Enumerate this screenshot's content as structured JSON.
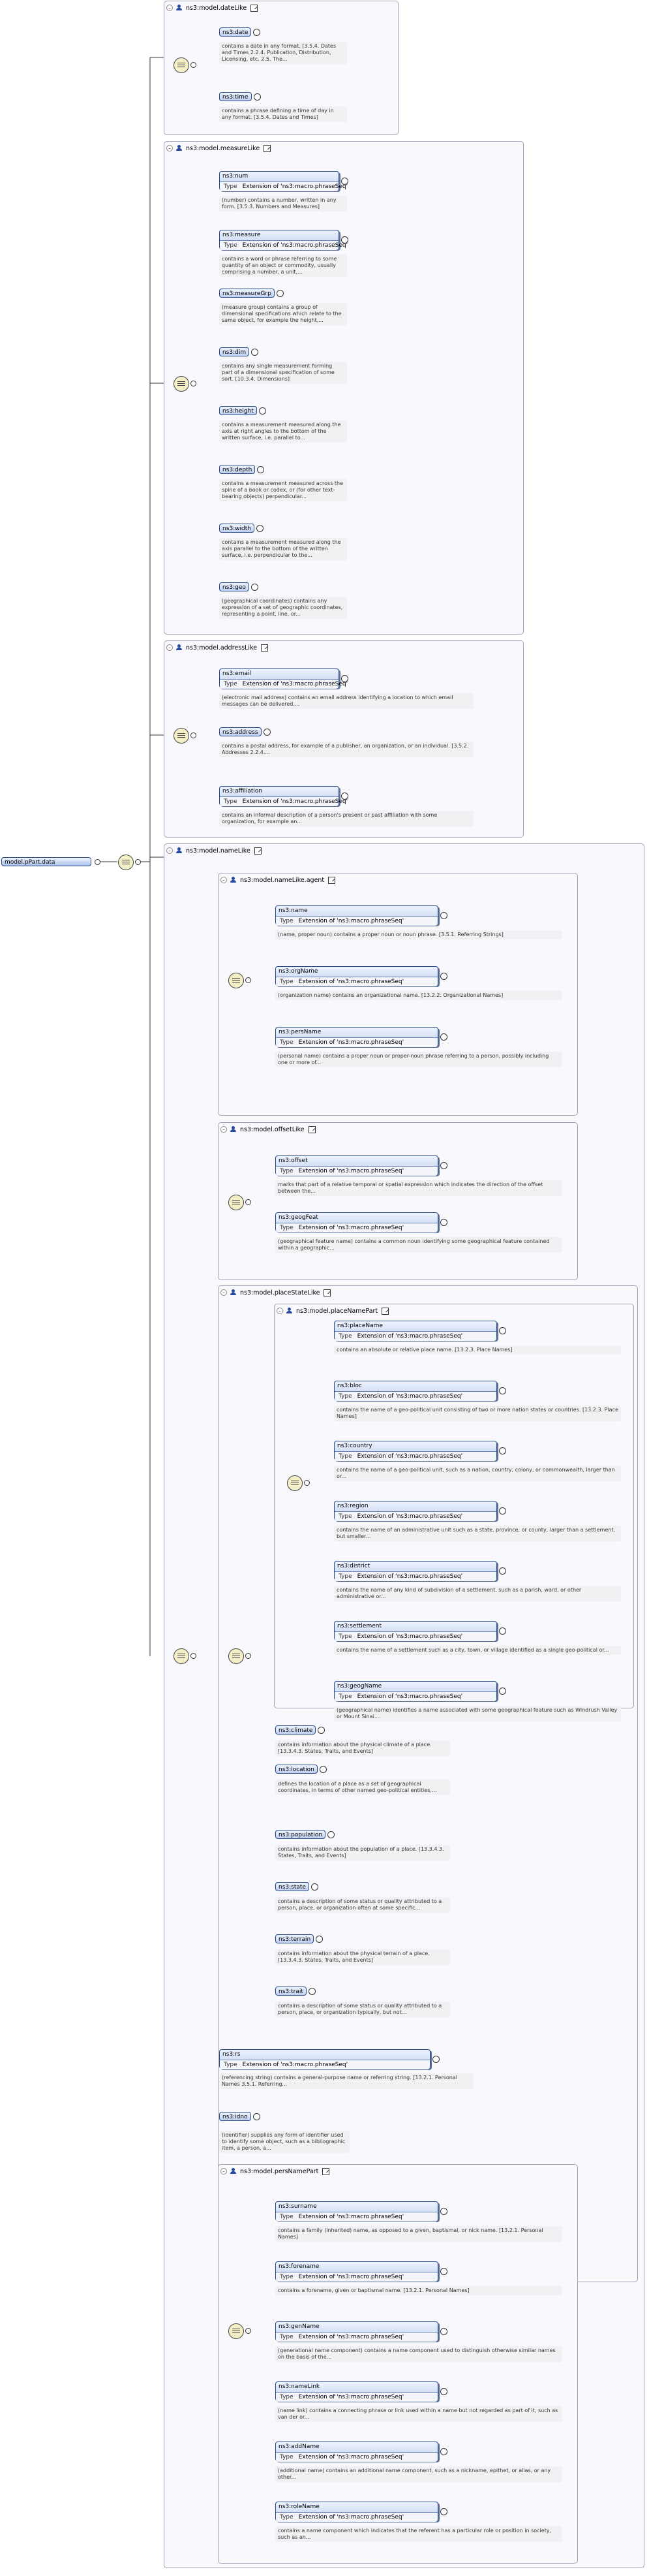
{
  "root": {
    "label": "model.pPart.data"
  },
  "type_prefix": "Type",
  "groups": {
    "dateLike": {
      "label": "ns3:model.dateLike",
      "items": [
        {
          "name": "ns3:date",
          "desc": "contains a date in any format. [3.5.4. Dates and Times 2.2.4. Publication, Distribution, Licensing, etc. 2.5. The..."
        },
        {
          "name": "ns3:time",
          "desc": "contains a phrase defining a time of day in any format. [3.5.4. Dates and Times]"
        }
      ]
    },
    "measureLike": {
      "label": "ns3:model.measureLike",
      "items": [
        {
          "name": "ns3:num",
          "type": "Extension of 'ns3:macro.phraseSeq'",
          "desc": "(number) contains a number, written in any form. [3.5.3. Numbers and Measures]"
        },
        {
          "name": "ns3:measure",
          "type": "Extension of 'ns3:macro.phraseSeq'",
          "desc": "contains a word or phrase referring to some quantity of an object or commodity, usually comprising a number, a unit,..."
        },
        {
          "name": "ns3:measureGrp",
          "desc": "(measure group) contains a group of dimensional specifications which relate to the same object, for example the height,..."
        },
        {
          "name": "ns3:dim",
          "desc": "contains any single measurement forming part of a dimensional specification of some sort. [10.3.4. Dimensions]"
        },
        {
          "name": "ns3:height",
          "desc": "contains a measurement measured along the axis at right angles to the bottom of the written surface, i.e. parallel to..."
        },
        {
          "name": "ns3:depth",
          "desc": "contains a measurement measured across the spine of a book or codex, or (for other text-bearing objects) perpendicular..."
        },
        {
          "name": "ns3:width",
          "desc": "contains a measurement measured along the axis parallel to the bottom of the written surface, i.e. perpendicular to the..."
        },
        {
          "name": "ns3:geo",
          "desc": "(geographical coordinates) contains any expression of a set of geographic coordinates, representing a point, line, or..."
        }
      ]
    },
    "addressLike": {
      "label": "ns3:model.addressLike",
      "items": [
        {
          "name": "ns3:email",
          "type": "Extension of 'ns3:macro.phraseSeq'",
          "desc": "(electronic mail address) contains an email address identifying a location to which email messages can be delivered...."
        },
        {
          "name": "ns3:address",
          "desc": "contains a postal address, for example of a publisher, an organization, or an individual. [3.5.2. Addresses 2.2.4...."
        },
        {
          "name": "ns3:affiliation",
          "type": "Extension of 'ns3:macro.phraseSeq'",
          "desc": "contains an informal description of a person's present or past affiliation with some organization, for example an..."
        }
      ]
    },
    "nameLike": {
      "label": "ns3:model.nameLike"
    },
    "nameLikeAgent": {
      "label": "ns3:model.nameLike.agent",
      "items": [
        {
          "name": "ns3:name",
          "type": "Extension of 'ns3:macro.phraseSeq'",
          "desc": "(name, proper noun) contains a proper noun or noun phrase. [3.5.1. Referring Strings]"
        },
        {
          "name": "ns3:orgName",
          "type": "Extension of 'ns3:macro.phraseSeq'",
          "desc": "(organization name) contains an organizational name. [13.2.2. Organizational Names]"
        },
        {
          "name": "ns3:persName",
          "type": "Extension of 'ns3:macro.phraseSeq'",
          "desc": "(personal name) contains a proper noun or proper-noun phrase referring to a person, possibly including one or more of..."
        }
      ]
    },
    "offsetLike": {
      "label": "ns3:model.offsetLike",
      "items": [
        {
          "name": "ns3:offset",
          "type": "Extension of 'ns3:macro.phraseSeq'",
          "desc": "marks that part of a relative temporal or spatial expression which indicates the direction of the offset between the..."
        },
        {
          "name": "ns3:geogFeat",
          "type": "Extension of 'ns3:macro.phraseSeq'",
          "desc": "(geographical feature name) contains a common noun identifying some geographical feature contained within a geographic..."
        }
      ]
    },
    "placeStateLike": {
      "label": "ns3:model.placeStateLike",
      "items": [
        {
          "name": "ns3:climate",
          "desc": "contains information about the physical climate of a place. [13.3.4.3. States, Traits, and Events]"
        },
        {
          "name": "ns3:location",
          "desc": "defines the location of a place as a set of geographical coordinates, in terms of other named geo-political entities,..."
        },
        {
          "name": "ns3:population",
          "desc": "contains information about the population of a place. [13.3.4.3. States, Traits, and Events]"
        },
        {
          "name": "ns3:state",
          "desc": "contains a description of some status or quality attributed to a person, place, or organization often at some specific..."
        },
        {
          "name": "ns3:terrain",
          "desc": "contains information about the physical terrain of a place. [13.3.4.3. States, Traits, and Events]"
        },
        {
          "name": "ns3:trait",
          "desc": "contains a description of some status or quality attributed to a person, place, or organization typically, but not..."
        }
      ]
    },
    "placeNamePart": {
      "label": "ns3:model.placeNamePart",
      "items": [
        {
          "name": "ns3:placeName",
          "type": "Extension of 'ns3:macro.phraseSeq'",
          "desc": "contains an absolute or relative place name. [13.2.3. Place Names]"
        },
        {
          "name": "ns3:bloc",
          "type": "Extension of 'ns3:macro.phraseSeq'",
          "desc": "contains the name of a geo-political unit consisting of two or more nation states or countries. [13.2.3. Place Names]"
        },
        {
          "name": "ns3:country",
          "type": "Extension of 'ns3:macro.phraseSeq'",
          "desc": "contains the name of a geo-political unit, such as a nation, country, colony, or commonwealth, larger than or..."
        },
        {
          "name": "ns3:region",
          "type": "Extension of 'ns3:macro.phraseSeq'",
          "desc": "contains the name of an administrative unit such as a state, province, or county, larger than a settlement, but smaller..."
        },
        {
          "name": "ns3:district",
          "type": "Extension of 'ns3:macro.phraseSeq'",
          "desc": "contains the name of any kind of subdivision of a settlement, such as a parish, ward, or other administrative or..."
        },
        {
          "name": "ns3:settlement",
          "type": "Extension of 'ns3:macro.phraseSeq'",
          "desc": "contains the name of a settlement such as a city, town, or village identified as a single geo-political or..."
        },
        {
          "name": "ns3:geogName",
          "type": "Extension of 'ns3:macro.phraseSeq'",
          "desc": "(geographical name) identifies a name associated with some geographical feature such as Windrush Valley or Mount Sinai...."
        }
      ]
    },
    "nameLikeDirect": {
      "items": [
        {
          "name": "ns3:rs",
          "type": "Extension of 'ns3:macro.phraseSeq'",
          "desc": "(referencing string) contains a general-purpose name or referring string. [13.2.1. Personal Names 3.5.1. Referring..."
        },
        {
          "name": "ns3:idno",
          "desc": "(identifier) supplies any form of identifier used to identify some object, such as a bibliographic item, a person, a..."
        }
      ]
    },
    "persNamePart": {
      "label": "ns3:model.persNamePart",
      "items": [
        {
          "name": "ns3:surname",
          "type": "Extension of 'ns3:macro.phraseSeq'",
          "desc": "contains a family (inherited) name, as opposed to a given, baptismal, or nick name. [13.2.1. Personal Names]"
        },
        {
          "name": "ns3:forename",
          "type": "Extension of 'ns3:macro.phraseSeq'",
          "desc": "contains a forename, given or baptismal name. [13.2.1. Personal Names]"
        },
        {
          "name": "ns3:genName",
          "type": "Extension of 'ns3:macro.phraseSeq'",
          "desc": "(generational name component) contains a name component used to distinguish otherwise similar names on the basis of the..."
        },
        {
          "name": "ns3:nameLink",
          "type": "Extension of 'ns3:macro.phraseSeq'",
          "desc": "(name link) contains a connecting phrase or link used within a name but not regarded as part of it, such as van der or..."
        },
        {
          "name": "ns3:addName",
          "type": "Extension of 'ns3:macro.phraseSeq'",
          "desc": "(additional name) contains an additional name component, such as a nickname, epithet, or alias, or any other..."
        },
        {
          "name": "ns3:roleName",
          "type": "Extension of 'ns3:macro.phraseSeq'",
          "desc": "contains a name component which indicates that the referent has a particular role or position in society, such as an..."
        }
      ]
    }
  }
}
